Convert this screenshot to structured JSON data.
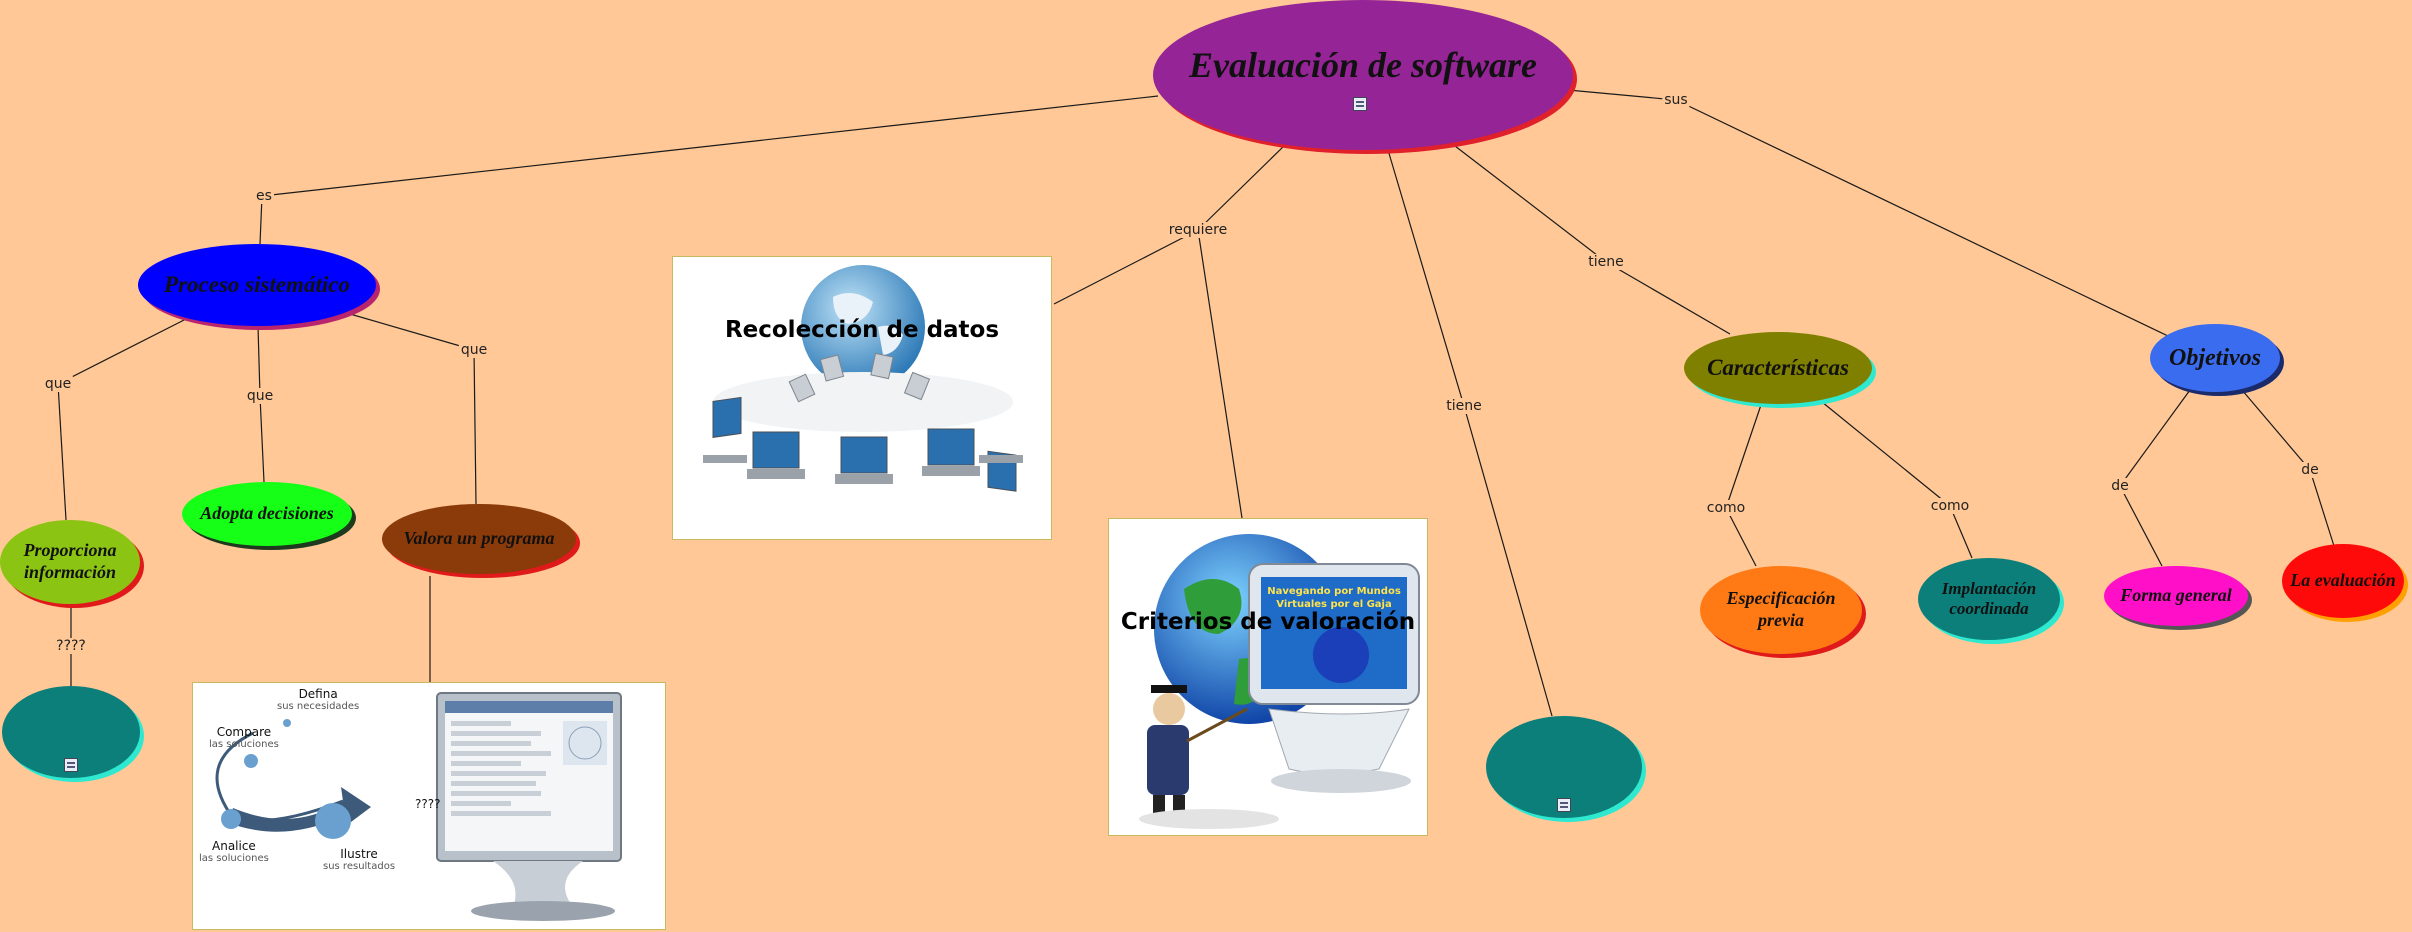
{
  "central": {
    "title": "Evaluación de software"
  },
  "nodes": {
    "proceso": "Proceso sistemático",
    "proporciona": "Proporciona información",
    "adopta": "Adopta decisiones",
    "valora": "Valora un programa",
    "caracteristicas": "Características",
    "objetivos": "Objetivos",
    "especificacion": "Especificación previa",
    "implantacion": "Implantación coordinada",
    "forma": "Forma general",
    "evaluacion": "La evaluación"
  },
  "images": {
    "recoleccion": "Recolección de datos",
    "criterios": "Criterios de valoración",
    "screen_text": "Navegando por Mundos Virtuales por el Gaja",
    "steps": {
      "defina": "Defina",
      "defina_sub": "sus necesidades",
      "compare": "Compare",
      "compare_sub": "las soluciones",
      "analice": "Analice",
      "analice_sub": "las soluciones",
      "ilustre": "Ilustre",
      "ilustre_sub": "sus resultados",
      "unknown": "????"
    }
  },
  "links": {
    "es": "es",
    "sus": "sus",
    "requiere": "requiere",
    "tiene1": "tiene",
    "tiene2": "tiene",
    "que1": "que",
    "que2": "que",
    "que3": "que",
    "unknown": "????",
    "como1": "como",
    "como2": "como",
    "de1": "de",
    "de2": "de"
  },
  "colors": {
    "background": "#FFC896",
    "central": "#952496",
    "proceso": "#0000FF",
    "proporciona": "#8CC414",
    "adopta": "#16FF16",
    "valora": "#8B3A0A",
    "caracteristicas": "#7F7F00",
    "objetivos": "#3A6CF0",
    "especificacion": "#FF7A14",
    "implantacion": "#0C7F7A",
    "forma": "#FF10C8",
    "evaluacion": "#FF0A0A",
    "teal": "#0C7F7A"
  }
}
